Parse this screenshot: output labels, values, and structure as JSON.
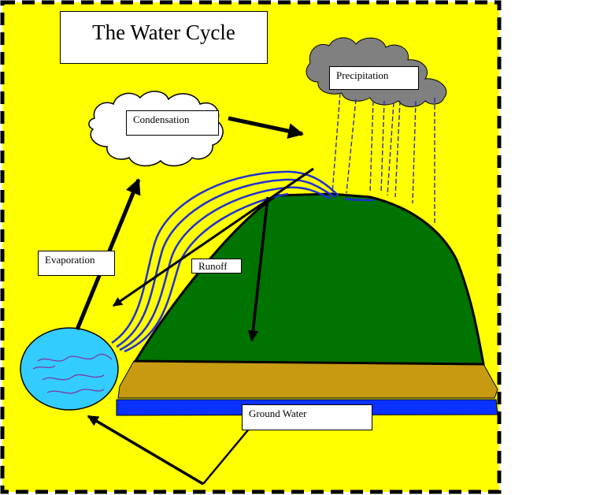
{
  "title": "The Water Cycle",
  "labels": {
    "precipitation": "Precipitation",
    "condensation": "Condensation",
    "evaporation": "Evaporation",
    "runoff": "Runoff",
    "ground_water": "Ground Water"
  },
  "colors": {
    "background": "#ffff00",
    "hill": "#007300",
    "soil": "#c79a12",
    "ground_water": "#0a31ff",
    "lake": "#33ccff",
    "rain_cloud": "#808080",
    "cloud": "#ffffff",
    "runoff_streams": "#1f2fd6",
    "border": "#000000"
  }
}
